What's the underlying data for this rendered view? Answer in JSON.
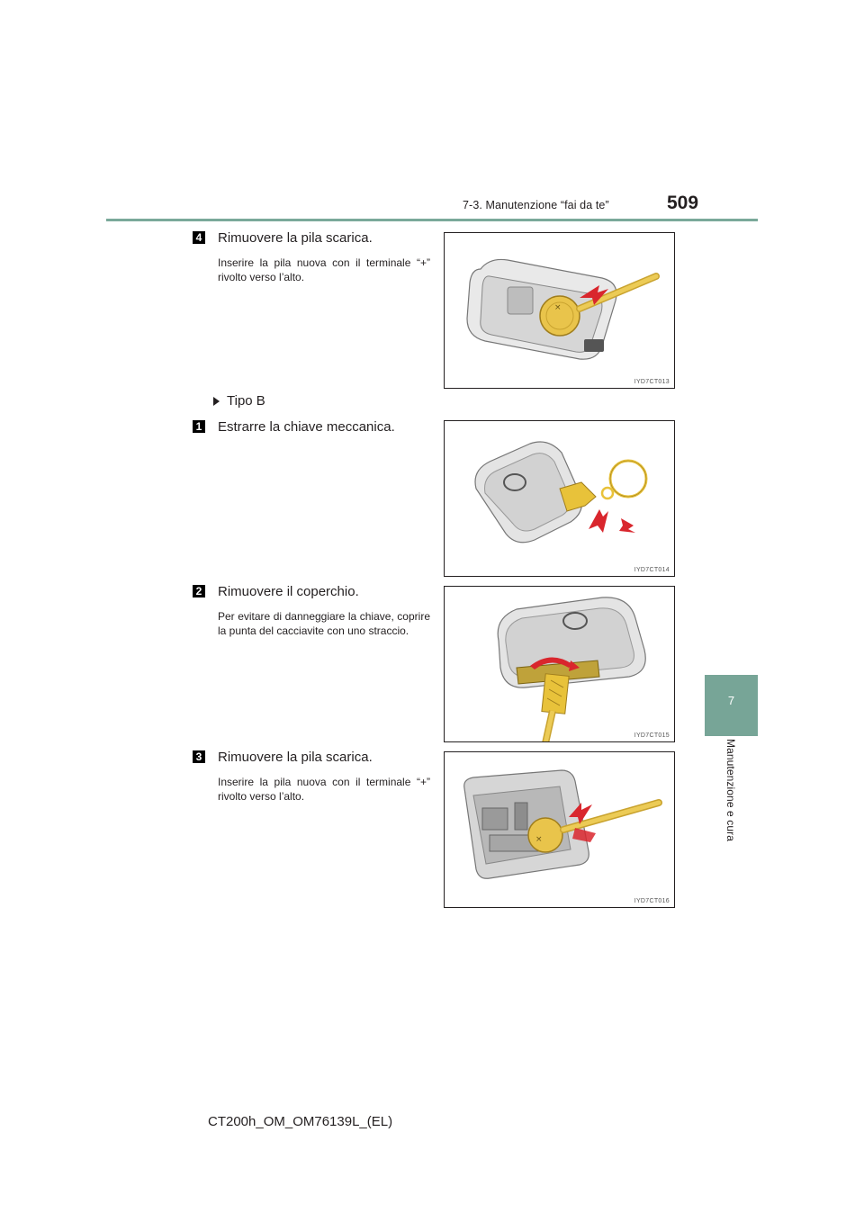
{
  "header": {
    "section": "7-3. Manutenzione “fai da te”",
    "page_number": "509"
  },
  "side_tab": {
    "chapter_number": "7",
    "chapter_title": "Manutenzione e cura"
  },
  "steps": [
    {
      "badge": "4",
      "title": "Rimuovere la pila scarica.",
      "note": "Inserire la pila nuova con il terminale “+” rivolto verso l’alto.",
      "illustration_code": "IYD7CT013"
    },
    {
      "badge": "1",
      "title": "Estrarre la chiave meccanica.",
      "note": "",
      "illustration_code": "IYD7CT014"
    },
    {
      "badge": "2",
      "title": "Rimuovere il coperchio.",
      "note": "Per evitare di danneggiare la chiave, coprire la punta del cacciavite con uno straccio.",
      "illustration_code": "IYD7CT015"
    },
    {
      "badge": "3",
      "title": "Rimuovere la pila scarica.",
      "note": "Inserire la pila nuova con il terminale “+” rivolto verso l’alto.",
      "illustration_code": "IYD7CT016"
    }
  ],
  "type_b_label": "Tipo B",
  "footer": {
    "document_code": "CT200h_OM_OM76139L_(EL)"
  },
  "colors": {
    "accent_teal": "#77a597",
    "key_yellow": "#e8c23a",
    "arrow_red": "#d9262d"
  }
}
